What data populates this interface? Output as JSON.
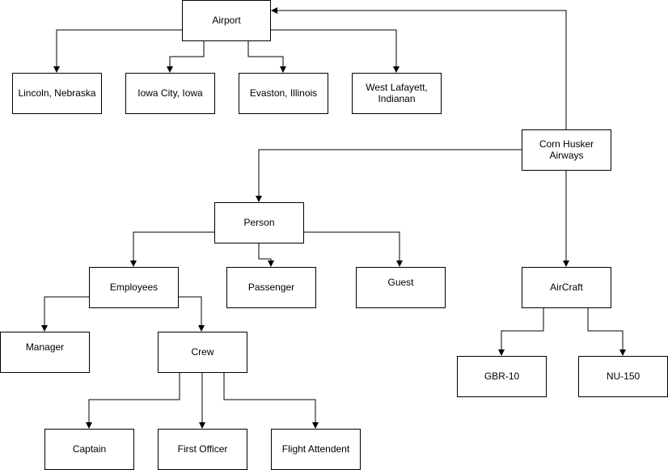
{
  "nodes": {
    "airport": "Airport",
    "lincoln": "Lincoln, Nebraska",
    "iowa_city": "Iowa City, Iowa",
    "evaston": "Evaston, Illinois",
    "west_lafayett": "West Lafayett, Indianan",
    "corn_husker": "Corn Husker Airways",
    "person": "Person",
    "employees": "Employees",
    "passenger": "Passenger",
    "guest": "Guest",
    "aircraft": "AirCraft",
    "manager": "Manager",
    "crew": "Crew",
    "gbr10": "GBR-10",
    "nu150": "NU-150",
    "captain": "Captain",
    "first_officer": "First Officer",
    "flight_attendent": "Flight Attendent"
  }
}
